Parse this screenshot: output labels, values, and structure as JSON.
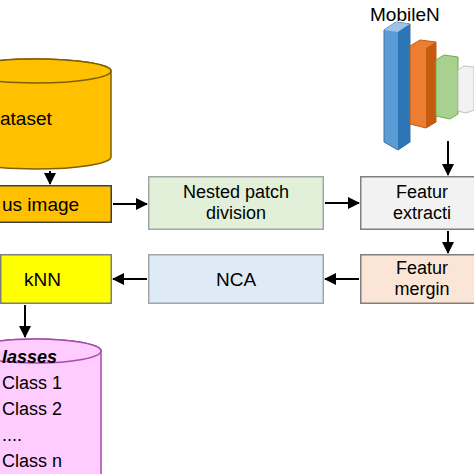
{
  "diagram": {
    "nodes": [
      {
        "text": [
          "MobileN"
        ]
      },
      {
        "text": [
          "ataset"
        ]
      },
      {
        "text": [
          "us image"
        ]
      },
      {
        "text": [
          "Nested patch division"
        ]
      },
      {
        "text": [
          "Featur extracti"
        ]
      },
      {
        "text": [
          "kNN"
        ]
      },
      {
        "text": [
          "NCA"
        ]
      },
      {
        "text": [
          "Featur mergin"
        ]
      },
      {
        "text": [
          "lasses",
          "Class 1",
          "Class 2",
          "....",
          "Class n"
        ]
      }
    ],
    "edges": [
      {
        "from": 1,
        "to": 2,
        "arrow": "to"
      },
      {
        "from": 2,
        "to": 3,
        "arrow": "to"
      },
      {
        "from": 3,
        "to": 4,
        "arrow": "to"
      },
      {
        "from": 0,
        "to": 4,
        "arrow": "to"
      },
      {
        "from": 4,
        "to": 7,
        "arrow": "to"
      },
      {
        "from": 7,
        "to": 6,
        "arrow": "to"
      },
      {
        "from": 6,
        "to": 5,
        "arrow": "to"
      },
      {
        "from": 5,
        "to": 8,
        "arrow": "to"
      }
    ]
  }
}
